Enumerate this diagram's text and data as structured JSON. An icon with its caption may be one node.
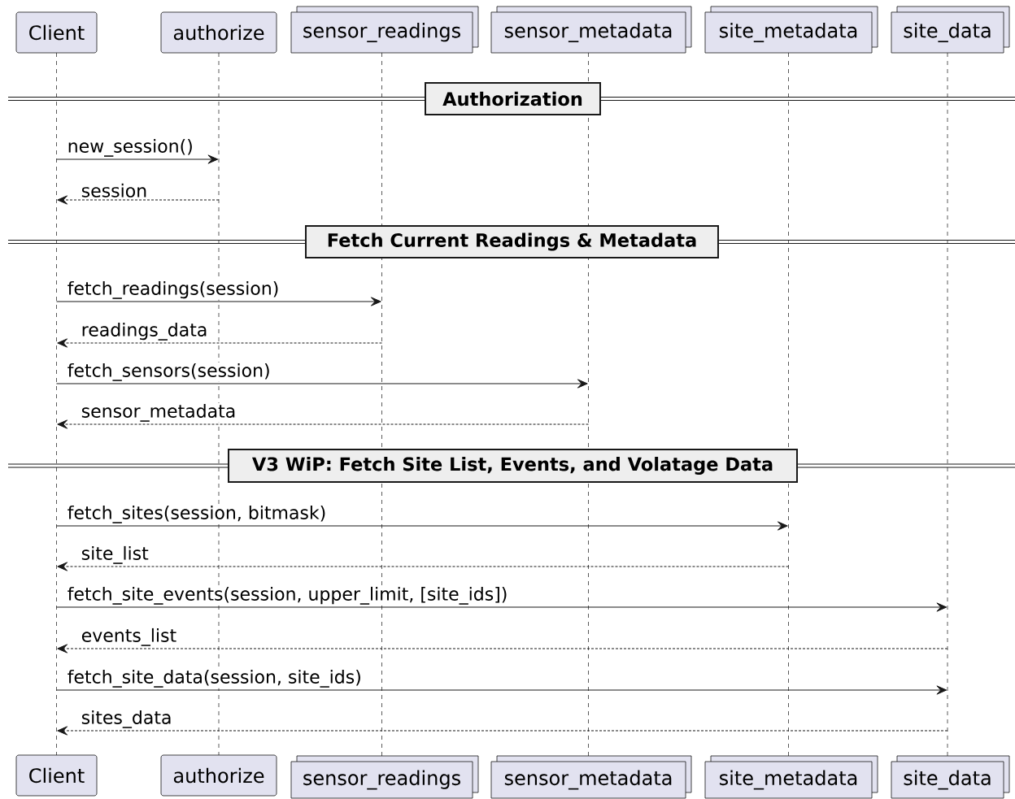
{
  "diagram": {
    "nodes": [
      {
        "text": [
          "Client"
        ]
      },
      {
        "text": [
          "authorize"
        ]
      },
      {
        "text": [
          "sensor_readings"
        ]
      },
      {
        "text": [
          "sensor_metadata"
        ]
      },
      {
        "text": [
          "site_metadata"
        ]
      },
      {
        "text": [
          "site_data"
        ]
      },
      {
        "text": [],
        "shape": "line"
      },
      {
        "text": [],
        "shape": "line"
      },
      {
        "text": [],
        "shape": "line"
      },
      {
        "text": [],
        "shape": "line"
      },
      {
        "text": [],
        "shape": "line"
      },
      {
        "text": [],
        "shape": "line"
      },
      {
        "text": [
          "Authorization"
        ]
      },
      {
        "text": [
          "Fetch Current Readings & Metadata"
        ]
      },
      {
        "text": [
          "V3 WiP: Fetch Site List, Events, and Volatage Data"
        ]
      },
      {
        "text": [
          "Client"
        ]
      },
      {
        "text": [
          "authorize"
        ]
      },
      {
        "text": [
          "sensor_readings"
        ]
      },
      {
        "text": [
          "sensor_metadata"
        ]
      },
      {
        "text": [
          "site_metadata"
        ]
      },
      {
        "text": [
          "site_data"
        ]
      }
    ],
    "edges": [
      {
        "from": 6,
        "to": 7,
        "arrow": "to",
        "label": "new_session()"
      },
      {
        "from": 7,
        "to": 6,
        "arrow": "to",
        "label": "session",
        "style": "dashed"
      },
      {
        "from": 6,
        "to": 8,
        "arrow": "to",
        "label": "fetch_readings(session)"
      },
      {
        "from": 8,
        "to": 6,
        "arrow": "to",
        "label": "readings_data",
        "style": "dashed"
      },
      {
        "from": 6,
        "to": 9,
        "arrow": "to",
        "label": "fetch_sensors(session)"
      },
      {
        "from": 9,
        "to": 6,
        "arrow": "to",
        "label": "sensor_metadata",
        "style": "dashed"
      },
      {
        "from": 6,
        "to": 10,
        "arrow": "to",
        "label": "fetch_sites(session, bitmask)"
      },
      {
        "from": 10,
        "to": 6,
        "arrow": "to",
        "label": "site_list",
        "style": "dashed"
      },
      {
        "from": 6,
        "to": 11,
        "arrow": "to",
        "label": "fetch_site_events(session, upper_limit, [site_ids])"
      },
      {
        "from": 11,
        "to": 6,
        "arrow": "to",
        "label": "events_list",
        "style": "dashed"
      },
      {
        "from": 6,
        "to": 11,
        "arrow": "to",
        "label": "fetch_site_data(session, site_ids)"
      },
      {
        "from": 11,
        "to": 6,
        "arrow": "to",
        "label": "sites_data",
        "style": "dashed"
      }
    ]
  }
}
